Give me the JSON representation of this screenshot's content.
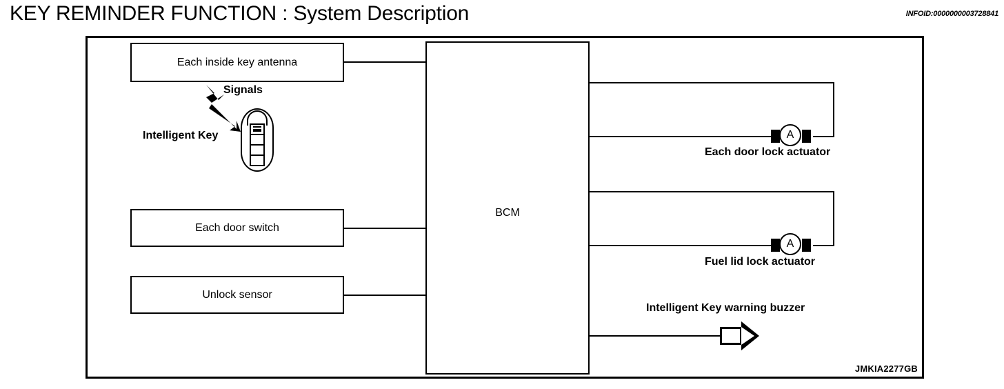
{
  "header": {
    "title": "KEY REMINDER FUNCTION : System Description",
    "infoid": "INFOID:0000000003728841"
  },
  "diagram": {
    "figure_code": "JMKIA2277GB",
    "controller": {
      "label": "BCM",
      "name": "body-control-module"
    },
    "inputs": [
      {
        "label": "Each inside key antenna",
        "name": "each-inside-key-antenna"
      },
      {
        "label": "Each door switch",
        "name": "each-door-switch"
      },
      {
        "label": "Unlock sensor",
        "name": "unlock-sensor"
      }
    ],
    "outputs": [
      {
        "label": "Each door lock actuator",
        "name": "each-door-lock-actuator",
        "symbol": "A"
      },
      {
        "label": "Fuel lid lock actuator",
        "name": "fuel-lid-lock-actuator",
        "symbol": "A"
      },
      {
        "label": "Intelligent Key warning buzzer",
        "name": "intelligent-key-warning-buzzer",
        "symbol": "buzzer"
      }
    ],
    "wireless": {
      "key_label": "Intelligent Key",
      "signal_label": "Signals"
    },
    "actuator_symbol_letter": "A"
  },
  "colors": {
    "line": "#000000",
    "background": "#ffffff"
  }
}
